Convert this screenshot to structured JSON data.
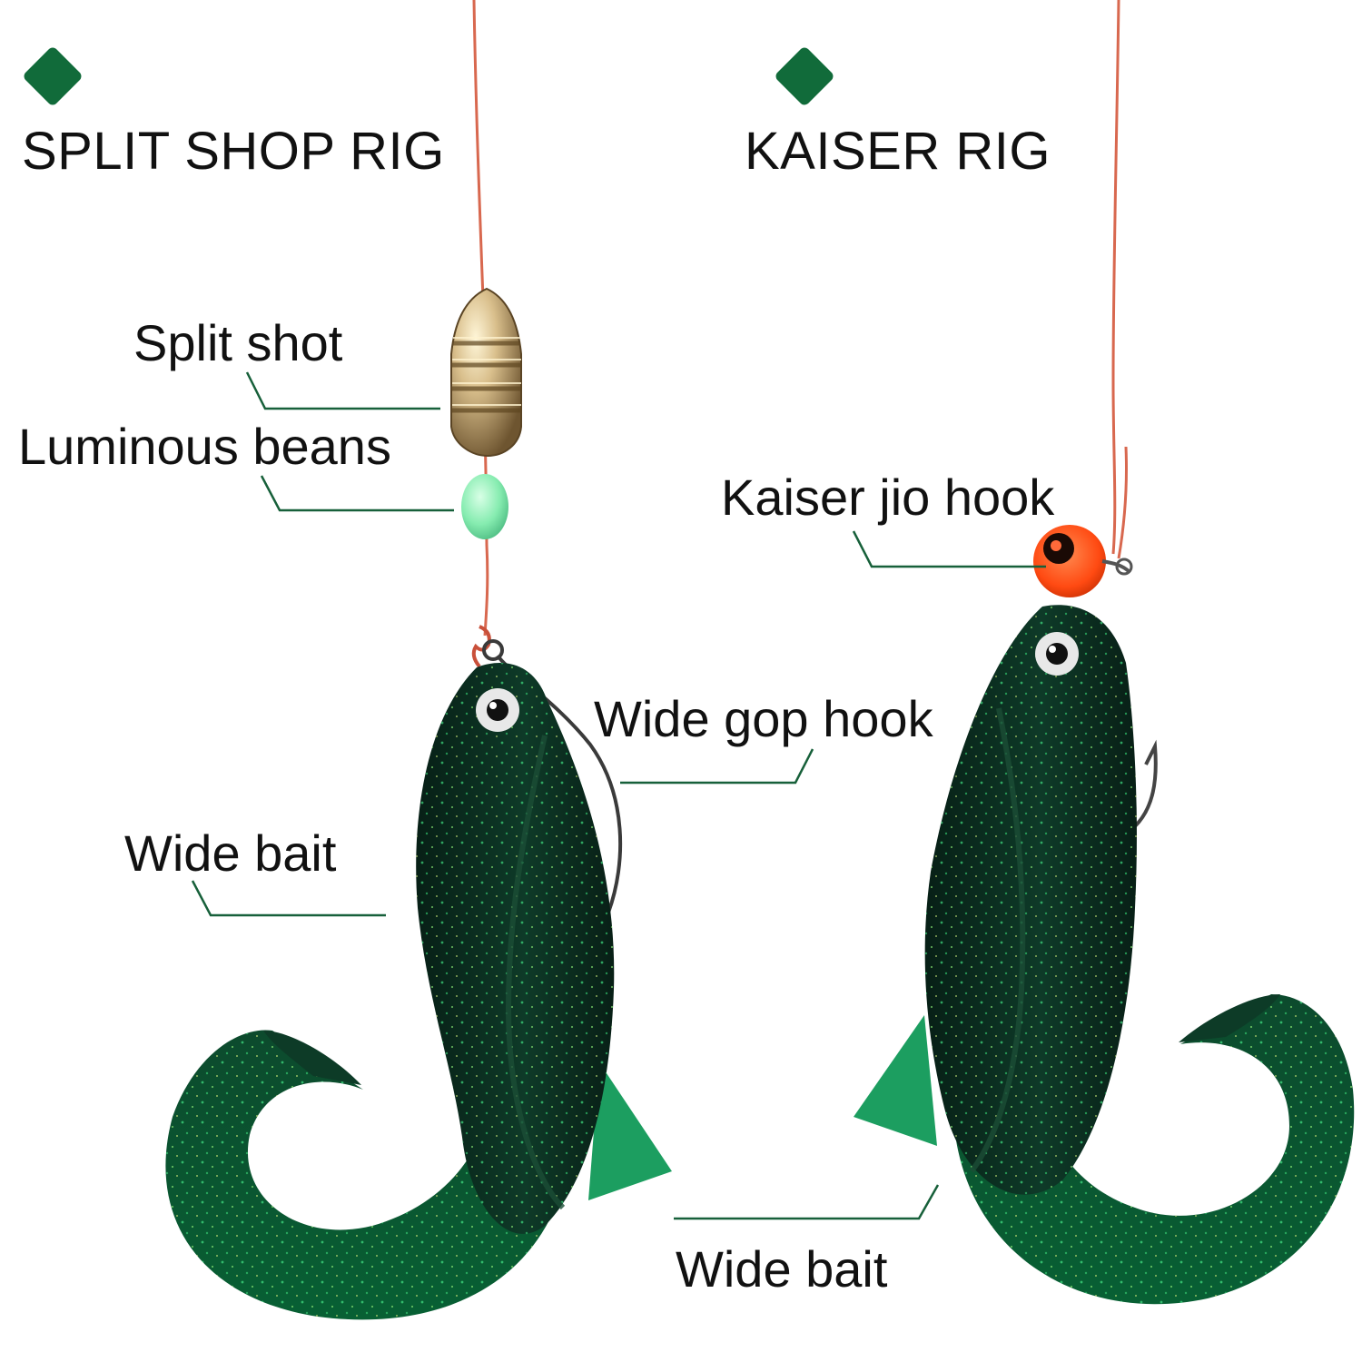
{
  "colors": {
    "accent": "#116b3a",
    "leader": "#17603a",
    "line": "#d8684f",
    "bait_dark": "#0b2c1f",
    "bait_mid": "#0e3d29",
    "bait_tail": "#0a5a33",
    "fin": "#1fa366",
    "brass": "#bfa474",
    "bead": "#8af0b4",
    "jig_head": "#ff4a12"
  },
  "left_rig": {
    "title": "SPLIT SHOP RIG",
    "icon": "diamond-icon",
    "labels": {
      "split_shot": "Split shot",
      "luminous_beans": "Luminous beans",
      "wide_bait": "Wide bait",
      "wide_gop_hook": "Wide gop hook"
    }
  },
  "right_rig": {
    "title": "KAISER RIG",
    "icon": "diamond-icon",
    "labels": {
      "kaiser_jio_hook": "Kaiser jio hook",
      "wide_bait": "Wide bait"
    }
  }
}
